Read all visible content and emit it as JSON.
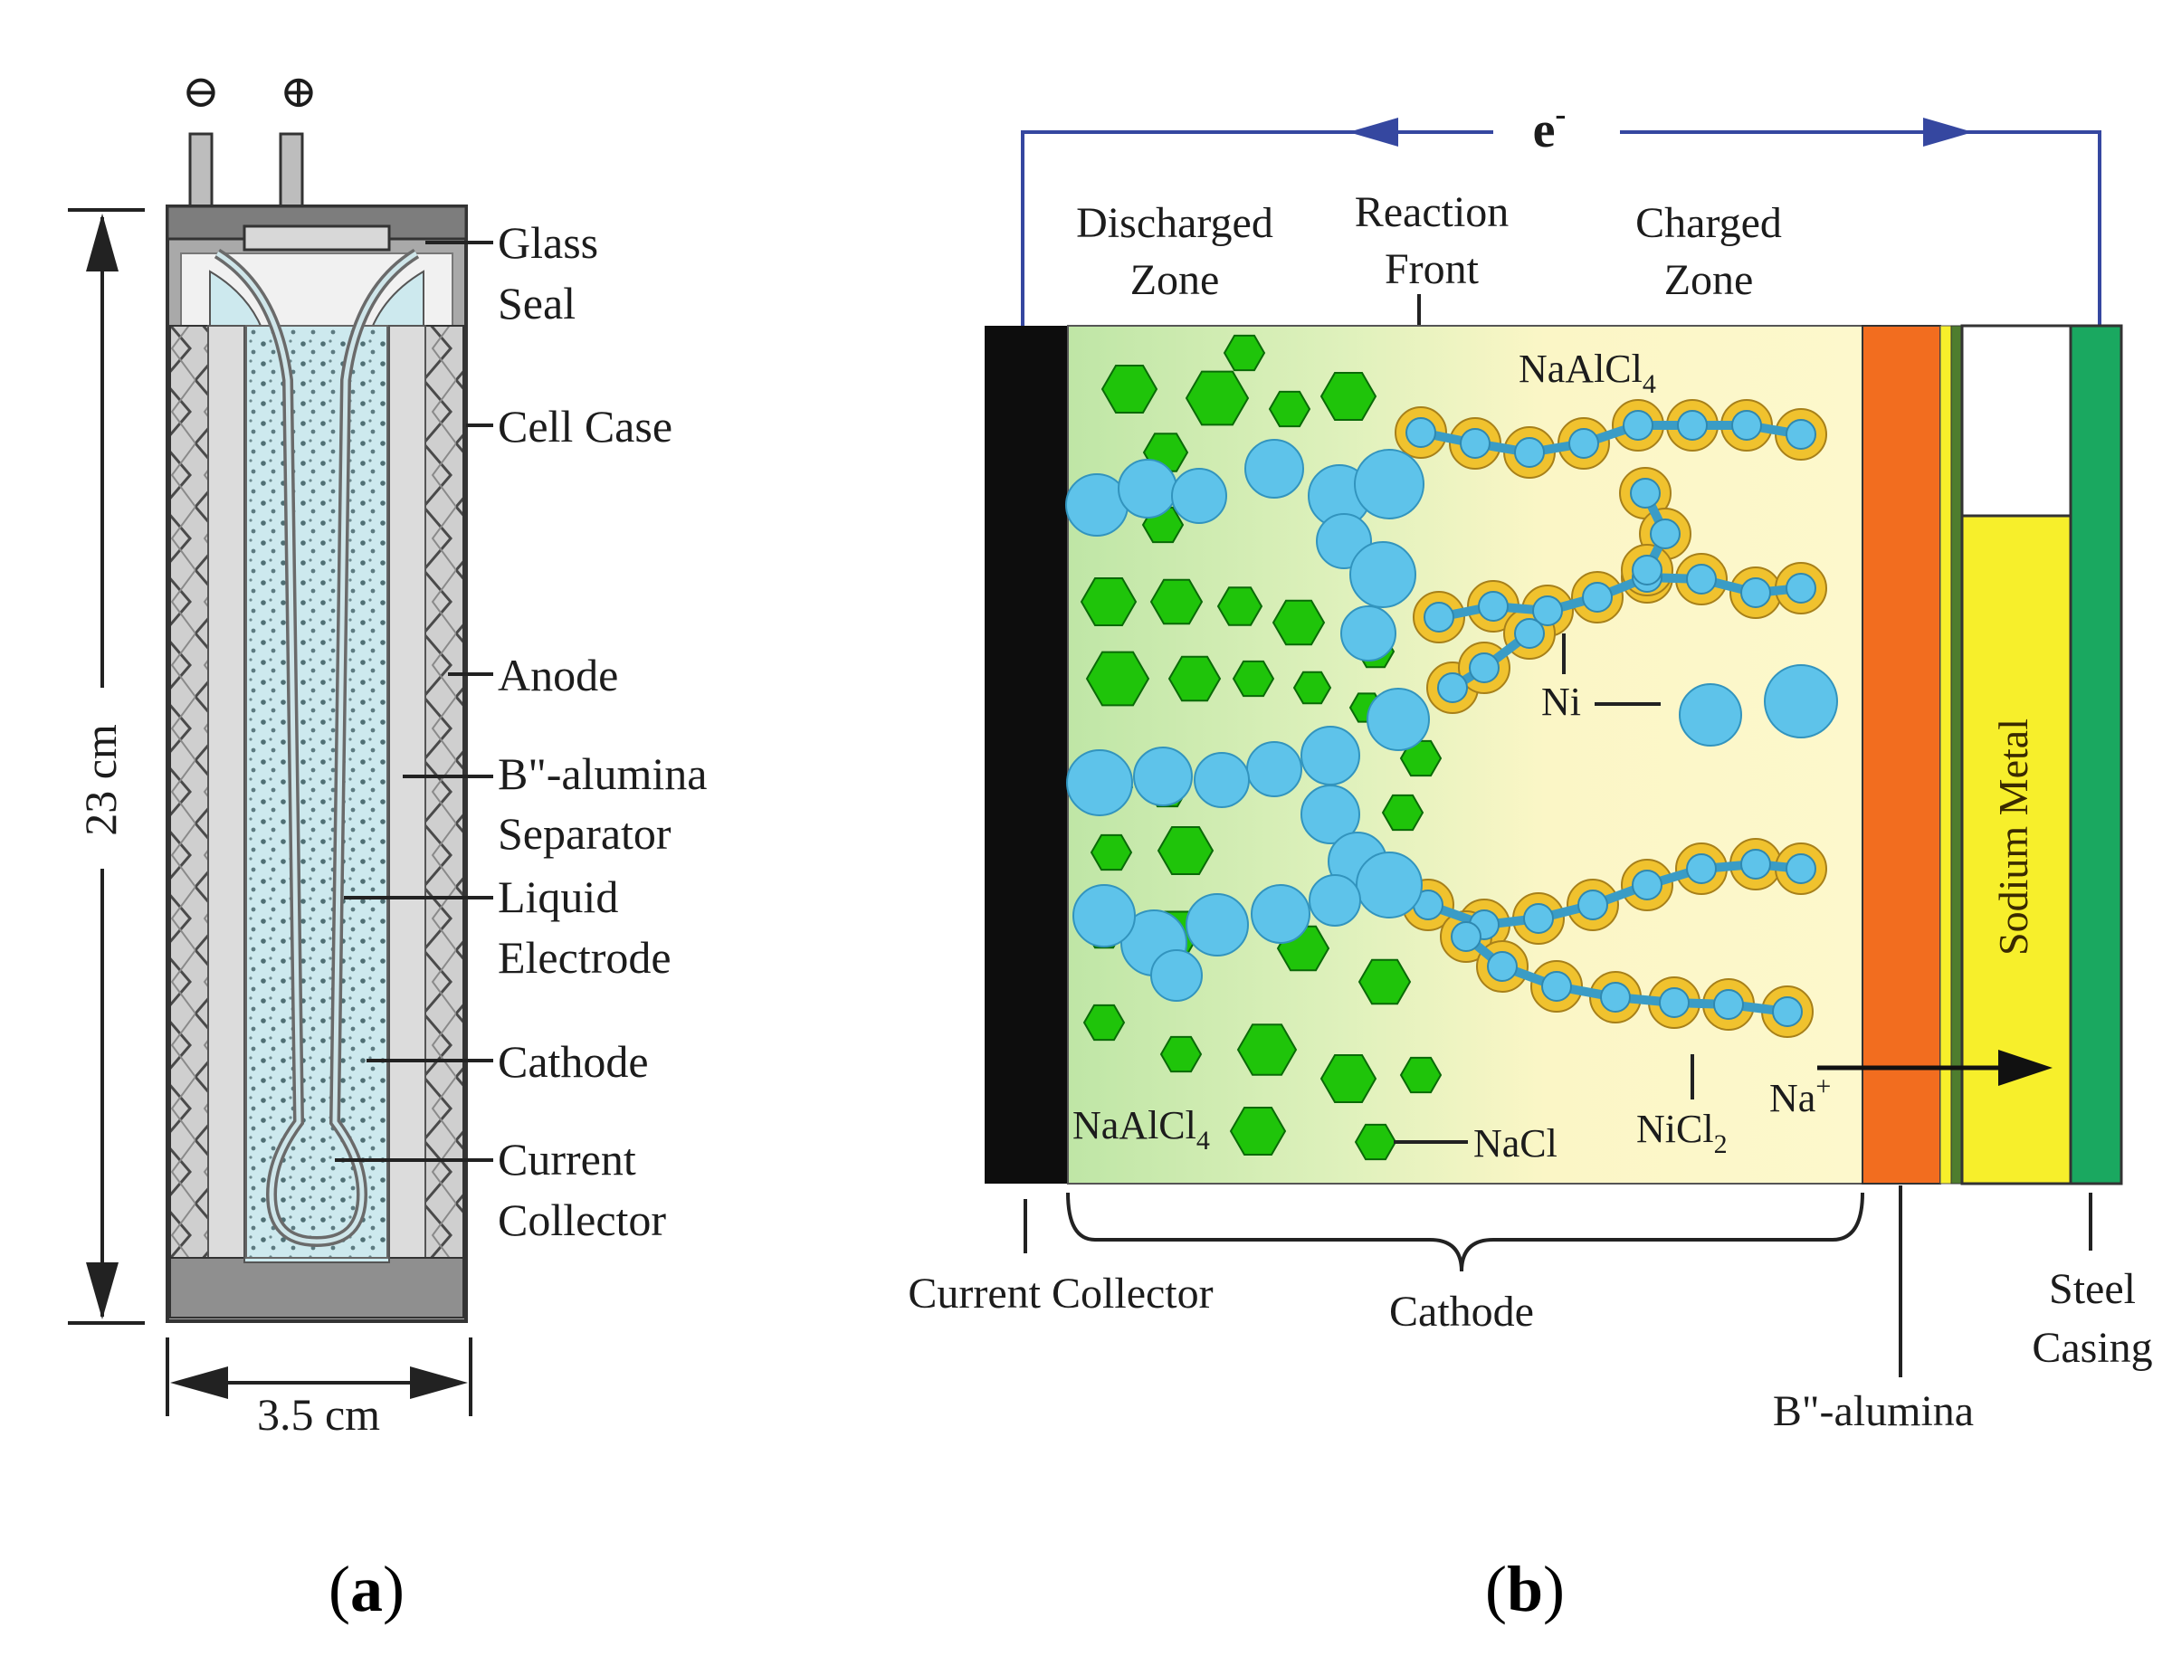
{
  "panel_a": {
    "terminals": {
      "negative": "⊖",
      "positive": "⊕"
    },
    "labels": {
      "glass_seal": [
        "Glass",
        "Seal"
      ],
      "cell_case": "Cell Case",
      "anode": "Anode",
      "separator": [
        "B\"-alumina",
        "Separator"
      ],
      "liquid_electrode": [
        "Liquid",
        "Electrode"
      ],
      "cathode": "Cathode",
      "current_collector": [
        "Current",
        "Collector"
      ]
    },
    "dim_height": "23 cm",
    "dim_width": "3.5 cm",
    "caption_letter": "a"
  },
  "panel_b": {
    "electron": "e",
    "electron_sup": "-",
    "zones": {
      "discharged": [
        "Discharged",
        "Zone"
      ],
      "reaction_front": [
        "Reaction",
        "Front"
      ],
      "charged": [
        "Charged",
        "Zone"
      ]
    },
    "species": {
      "naalcl4_top": "NaAlCl",
      "naalcl4_top_sub": "4",
      "naalcl4_bottom": "NaAlCl",
      "naalcl4_bottom_sub": "4",
      "ni": "Ni",
      "nacl": "NaCl",
      "nicl2": "NiCl",
      "nicl2_sub": "2",
      "na_ion": "Na",
      "na_ion_sup": "+"
    },
    "sodium_metal": "Sodium Metal",
    "bottom_labels": {
      "current_collector": "Current Collector",
      "cathode": "Cathode",
      "beta_alumina": "B\"-alumina",
      "steel_casing": [
        "Steel",
        "Casing"
      ]
    },
    "caption_letter": "b"
  },
  "colors": {
    "cathode_bg_left": "#c6eab0",
    "cathode_bg_right": "#fdf7c8",
    "nacl_green": "#1fc40a",
    "nickel_blue": "#5ec3ea",
    "nicl2_gold": "#f0c22e",
    "beta_alumina_orange": "#f26d1f",
    "sodium_yellow": "#f7ef2b",
    "steel_green": "#1aa860",
    "collector_black": "#0d0d0d",
    "wire_blue": "#3547a0"
  }
}
